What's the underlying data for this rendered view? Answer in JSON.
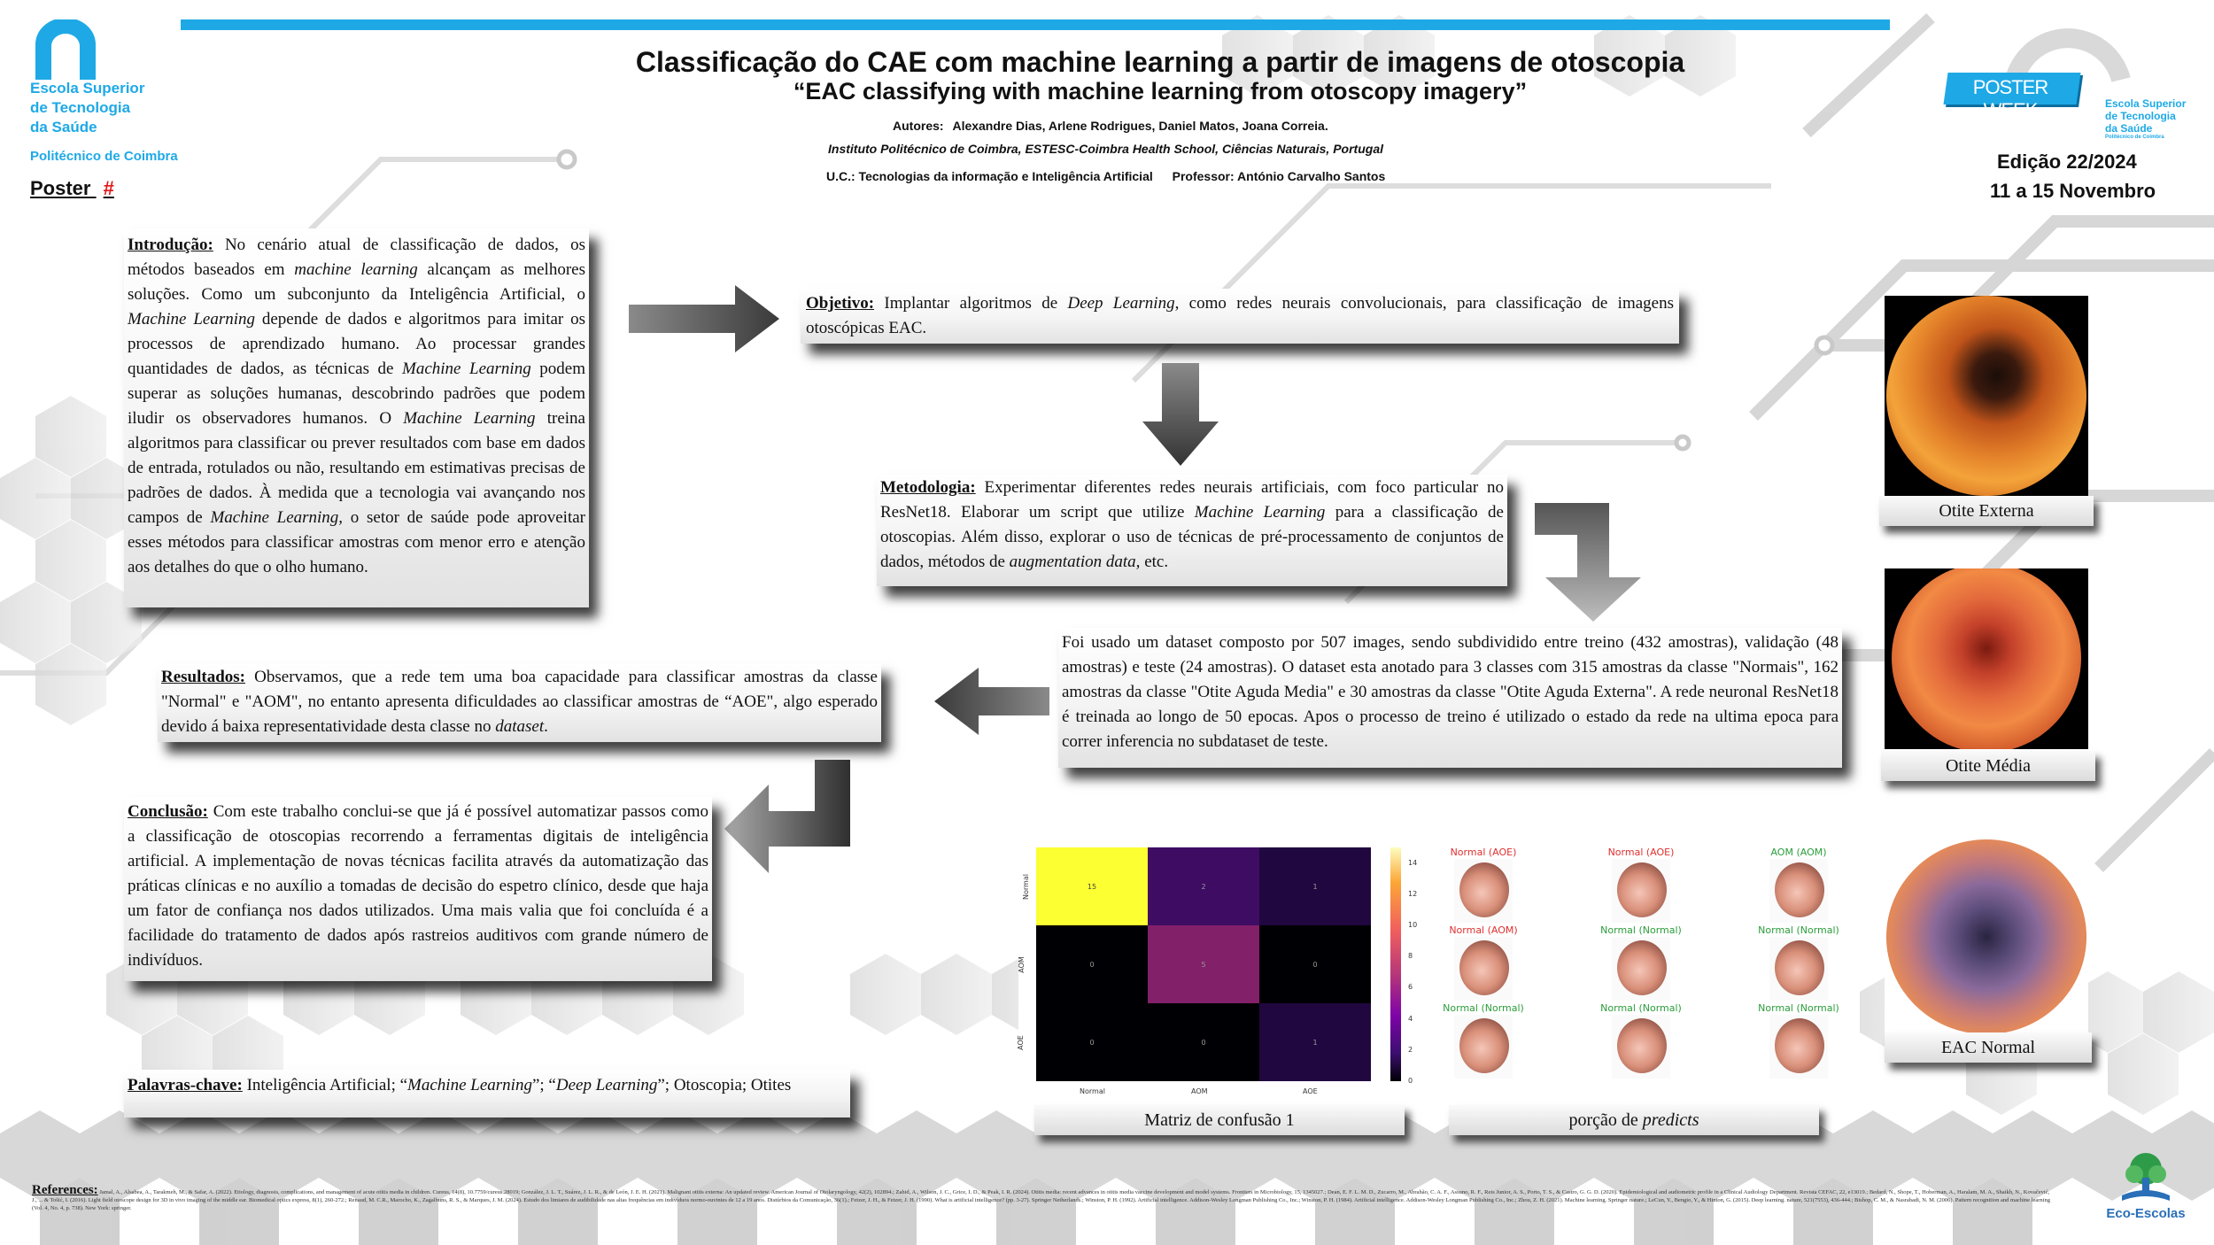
{
  "header": {
    "title_pt": "Classificação do CAE com machine learning a partir de imagens de otoscopia",
    "title_en": "“EAC classifying with machine learning from otoscopy imagery”",
    "authors_label": "Autores:",
    "authors": "Alexandre Dias, Arlene Rodrigues, Daniel Matos, Joana Correia.",
    "institution": "Instituto Politécnico de Coimbra, ESTESC-Coimbra Health School, Ciências Naturais, Portugal",
    "uc": "U.C.: Tecnologias da informação e Inteligência Artificial",
    "professor": "Professor: António Carvalho Santos",
    "accent_color": "#1ea9e6"
  },
  "left_logo": {
    "line1": "Escola Superior",
    "line2": "de Tecnologia",
    "line3": "da Saúde",
    "line4": "Politécnico de Coimbra",
    "poster_label": "Poster",
    "poster_number": "#"
  },
  "right_logo": {
    "badge": "POSTER WEEK",
    "line1": "Escola Superior",
    "line2": "de Tecnologia",
    "line3": "da Saúde",
    "line4": "Politécnico de Coimbra",
    "edition": "Edição 22/2024",
    "dates": "11 a 15 Novembro"
  },
  "sections": {
    "introducao_heading": "Introdução:",
    "introducao_p1": " No cenário atual de classificação de dados, os métodos baseados em ",
    "introducao_i1": "machine learning",
    "introducao_p2": " alcançam as melhores soluções. Como um subconjunto da Inteligência Artificial, o ",
    "introducao_i2": "Machine Learning",
    "introducao_p3": " depende de dados e algoritmos para imitar os processos de aprendizado humano. Ao processar grandes quantidades de dados, as técnicas de ",
    "introducao_i3": "Machine Learning",
    "introducao_p4": " podem superar as soluções humanas, descobrindo padrões que podem iludir os observadores humanos. O ",
    "introducao_i4": "Machine Learning",
    "introducao_p5": " treina algoritmos para classificar ou prever resultados com base em dados de entrada, rotulados ou não, resultando em estimativas precisas de padrões de dados. À medida que a tecnologia vai avançando nos campos de ",
    "introducao_i5": "Machine Learning,",
    "introducao_p6": " o setor de saúde pode aproveitar esses métodos para classificar amostras com menor erro e atenção aos detalhes do que o olho humano.",
    "objetivo_heading": "Objetivo:",
    "objetivo_p1": " Implantar algoritmos de ",
    "objetivo_i1": "Deep Learning",
    "objetivo_p2": ", como redes neurais convolucionais, para classificação de imagens otoscópicas EAC.",
    "metodologia_heading": "Metodologia:",
    "metodologia_p1": " Experimentar diferentes redes neurais artificiais, com foco particular no ResNet18. Elaborar um script que utilize ",
    "metodologia_i1": "Machine Learning",
    "metodologia_p2": " para a classificação de otoscopias. Além disso, explorar o uso de técnicas de pré-processamento de conjuntos de dados, métodos de ",
    "metodologia_i2": "augmentation data,",
    "metodologia_p3": " etc.",
    "dataset_text": "Foi usado um dataset composto por 507 images, sendo subdividido entre treino (432 amostras), validação (48 amostras) e teste (24 amostras). O dataset esta anotado para 3 classes com 315 amostras da classe \"Normais\", 162 amostras da classe \"Otite Aguda Media\" e  30 amostras da classe \"Otite Aguda Externa\". A rede neuronal ResNet18 é treinada ao longo de 50 epocas. Apos o processo de treino é utilizado o estado da rede na ultima epoca para correr inferencia no subdataset de teste.",
    "resultados_heading": "Resultados:",
    "resultados_p1": " Observamos, que a rede tem uma boa capacidade para classificar amostras da classe \"Normal\" e \"AOM\", no entanto apresenta dificuldades ao classificar amostras de “AOE\", algo esperado devido á baixa representatividade desta classe no ",
    "resultados_i1": "dataset",
    "resultados_p2": ".",
    "conclusao_heading": "Conclusão:",
    "conclusao_text": " Com este trabalho conclui-se que já é possível automatizar passos como a classificação de otoscopias recorrendo a ferramentas digitais de inteligência artificial. A implementação de novas técnicas facilita através da automatização das práticas clínicas e no auxílio a tomadas de decisão do espetro clínico, desde que haja um fator de confiança nos dados utilizados.  Uma mais valia que foi concluída é a facilidade do tratamento de dados após rastreios auditivos com grande número de indivíduos.",
    "palavras_heading": "Palavras-chave:",
    "palavras_p1": " Inteligência Artificial; “",
    "palavras_i1": "Machine Learning",
    "palavras_p2": "”; “",
    "palavras_i2": "Deep Learning",
    "palavras_p3": "”; Otoscopia; Otites"
  },
  "images": {
    "otite_externa": "Otite Externa",
    "otite_media": "Otite Média",
    "eac_normal": "EAC Normal"
  },
  "confusion_matrix": {
    "caption": "Matriz de confusão 1",
    "rows": [
      "Normal",
      "AOM",
      "AOE"
    ],
    "cols": [
      "Normal",
      "AOM",
      "AOE"
    ],
    "values": [
      [
        15,
        2,
        1
      ],
      [
        0,
        5,
        0
      ],
      [
        0,
        0,
        1
      ]
    ],
    "colorbar_ticks": [
      "14",
      "12",
      "10",
      "8",
      "6",
      "4",
      "2",
      "0"
    ]
  },
  "predicts": {
    "caption_p1": "porção de ",
    "caption_i1": "predicts",
    "labels": [
      [
        "Normal (AOE)",
        "Normal (AOE)",
        "AOM (AOM)"
      ],
      [
        "Normal (AOM)",
        "Normal (Normal)",
        "Normal (Normal)"
      ],
      [
        "Normal (Normal)",
        "Normal (Normal)",
        "Normal (Normal)"
      ]
    ]
  },
  "references": {
    "heading": "References:",
    "text": "Jamal, A., Alsabea, A., Tarakmeh, M., & Safar, A. (2022). Etiology, diagnosis, complications, and management of acute otitis media in children. Cureus, 14(8), 10.7759/cureus.28019; González, J. L. T., Suárez, J. L. R., & de León, J. E. H. (2021). Malignant otitis externa: An updated review. American Journal of Otolaryngology, 42(2), 102894.; Zahid, A., Wilson, J. C., Grice, I. D., & Peak, I. R. (2024). Otitis media: recent advances in otitis media vaccine development and model systems. Frontiers in Microbiology, 15, 1345027.; Dean, E. F. L. M. D., Zucarro, M., Abrahão, C. A. F., Assuno, R. F., Reis Junior, A. S., Porto, T. S., & Castro, G. G. D. (2020). Epidemiological and audiometric profile in a Clinical Audiology Department. Revista CEFAC, 22, e13019.; Bedard, N., Shope, T., Hoberman, A., Haralam, M. A., Shaikh, N., Kovačević, J., ... & Tošić, I. (2016). Light field otoscope design for 3D in vivo imaging of the middle ear. Biomedical optics express, 8(1), 260-272.; Renaud, M. C.R., Marocho, K., Zagalbuns, R. S., & Marques, J. M. (2024). Estudo dos limiares de audibilidade nas altas frequências em indivíduos normo-ouvintes de 12 a 19 anos. Distúrbios da Comunicação, 36(1).; Fetzer, J. H., & Fetzer, J. H. (1990). What is artificial intelligence? (pp. 3-27). Springer Netherlands.; Winston, P. H. (1992). Artificial intelligence. Addison-Wesley Longman Publishing Co., Inc.; Winston, P. H. (1984). Artificial intelligence. Addison-Wesley Longman Publishing Co., Inc.; Zhou, Z. H. (2021). Machine learning. Springer nature.; LeCun, Y., Bengio, Y., & Hinton, G. (2015). Deep learning. nature, 521(7553), 436-444.; Bishop, C. M., & Nasrabadi, N. M. (2006). Pattern recognition and machine learning (Vol. 4, No. 4, p. 738). New York: springer."
  },
  "eco": {
    "label": "Eco-Escolas"
  }
}
